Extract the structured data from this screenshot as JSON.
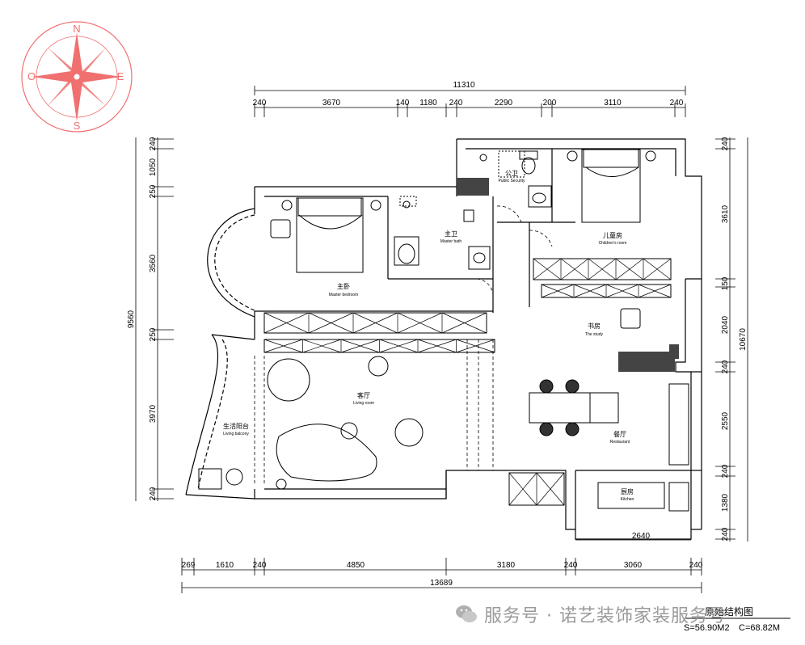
{
  "compass": {
    "north": "N",
    "south": "S",
    "east": "E",
    "west": "O",
    "color": "#f07070"
  },
  "dimensions": {
    "top_total": "11310",
    "top_segments": [
      "240",
      "3670",
      "140",
      "1180",
      "240",
      "2290",
      "200",
      "3110",
      "240"
    ],
    "bottom_total": "13689",
    "bottom_segments": [
      "269",
      "1610",
      "240",
      "4850",
      "3180",
      "240",
      "3060",
      "240"
    ],
    "left_total": "9560",
    "left_segments": [
      "240",
      "1050",
      "250",
      "3560",
      "250",
      "3970",
      "240"
    ],
    "right_total": "10670",
    "right_segments": [
      "240",
      "3610",
      "150",
      "2040",
      "240",
      "2550",
      "240",
      "1380",
      "240"
    ],
    "kitchen_width": "2640"
  },
  "rooms": {
    "public_bath": {
      "cn": "公卫",
      "en": "Public Security"
    },
    "children_room": {
      "cn": "儿童房",
      "en": "Children's room"
    },
    "master_bath": {
      "cn": "主卫",
      "en": "Master bath"
    },
    "master_bedroom": {
      "cn": "主卧",
      "en": "Master bedroom"
    },
    "study": {
      "cn": "书房",
      "en": "The study"
    },
    "living_room": {
      "cn": "客厅",
      "en": "Living room"
    },
    "living_balcony": {
      "cn": "生活阳台",
      "en": "Living balcony"
    },
    "restaurant": {
      "cn": "餐厅",
      "en": "Restaurant"
    },
    "kitchen": {
      "cn": "厨房",
      "en": "Kitchen"
    }
  },
  "title_block": {
    "title": "原始结构图",
    "area": "S=56.90M2",
    "perimeter": "C=68.82M"
  },
  "watermark": {
    "text": "服务号 · 诺艺装饰家装服务号"
  }
}
